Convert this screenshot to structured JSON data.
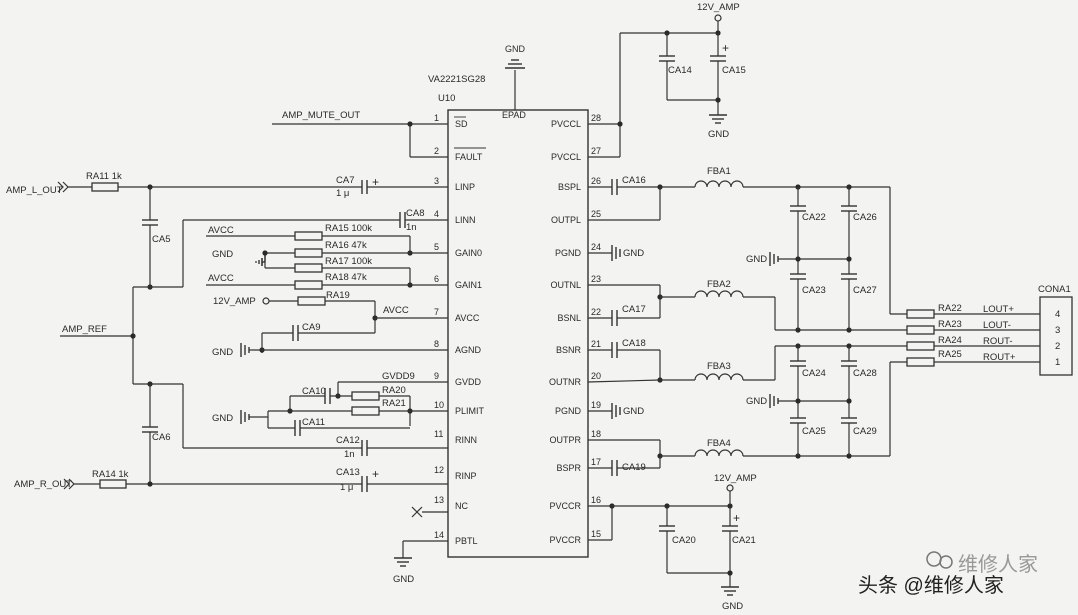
{
  "chip": {
    "part": "VA2221SG28",
    "ref": "U10",
    "pad": "EPAD",
    "pad_net": "GND",
    "left_pins": [
      {
        "num": "1",
        "name": "SD"
      },
      {
        "num": "2",
        "name": "FAULT"
      },
      {
        "num": "3",
        "name": "LINP"
      },
      {
        "num": "4",
        "name": "LINN"
      },
      {
        "num": "5",
        "name": "GAIN0"
      },
      {
        "num": "6",
        "name": "GAIN1"
      },
      {
        "num": "7",
        "name": "AVCC"
      },
      {
        "num": "8",
        "name": "AGND"
      },
      {
        "num": "9",
        "name": "GVDD"
      },
      {
        "num": "10",
        "name": "PLIMIT"
      },
      {
        "num": "11",
        "name": "RINN"
      },
      {
        "num": "12",
        "name": "RINP"
      },
      {
        "num": "13",
        "name": "NC"
      },
      {
        "num": "14",
        "name": "PBTL"
      }
    ],
    "right_pins": [
      {
        "num": "28",
        "name": "PVCCL"
      },
      {
        "num": "27",
        "name": "PVCCL"
      },
      {
        "num": "26",
        "name": "BSPL"
      },
      {
        "num": "25",
        "name": "OUTPL"
      },
      {
        "num": "24",
        "name": "PGND"
      },
      {
        "num": "23",
        "name": "OUTNL"
      },
      {
        "num": "22",
        "name": "BSNL"
      },
      {
        "num": "21",
        "name": "BSNR"
      },
      {
        "num": "20",
        "name": "OUTNR"
      },
      {
        "num": "19",
        "name": "PGND"
      },
      {
        "num": "18",
        "name": "OUTPR"
      },
      {
        "num": "17",
        "name": "BSPR"
      },
      {
        "num": "16",
        "name": "PVCCR"
      },
      {
        "num": "15",
        "name": "PVCCR"
      }
    ]
  },
  "nets": {
    "amp_l_out": "AMP_L_OUT",
    "amp_r_out": "AMP_R_OUT",
    "amp_mute_out": "AMP_MUTE_OUT",
    "amp_ref": "AMP_REF",
    "avcc1": "AVCC",
    "avcc2": "AVCC",
    "avcc3": "AVCC",
    "twelve_v_amp1": "12V_AMP",
    "twelve_v_amp2": "12V_AMP",
    "twelve_v_amp3": "12V_AMP",
    "gvdd9": "GVDD9",
    "gnd": "GND"
  },
  "resistors": {
    "ra11": "RA11 1k",
    "ra14": "RA14 1k",
    "ra15": "RA15 100k",
    "ra16": "RA16 47k",
    "ra17": "RA17 100k",
    "ra18": "RA18 47k",
    "ra19": "RA19",
    "ra20": "RA20",
    "ra21": "RA21",
    "ra22": "RA22",
    "ra23": "RA23",
    "ra24": "RA24",
    "ra25": "RA25"
  },
  "capacitors": {
    "ca5": "CA5",
    "ca6": "CA6",
    "ca7": "CA7",
    "ca7_val": "1 μ",
    "ca8": "CA8",
    "ca8_val": "1n",
    "ca9": "CA9",
    "ca10": "CA10",
    "ca11": "CA11",
    "ca12": "CA12",
    "ca12_val": "1n",
    "ca13": "CA13",
    "ca13_val": "1 μ",
    "ca14": "CA14",
    "ca15": "CA15",
    "ca16": "CA16",
    "ca17": "CA17",
    "ca18": "CA18",
    "ca19": "CA19",
    "ca20": "CA20",
    "ca21": "CA21",
    "ca22": "CA22",
    "ca23": "CA23",
    "ca24": "CA24",
    "ca25": "CA25",
    "ca26": "CA26",
    "ca27": "CA27",
    "ca28": "CA28",
    "ca29": "CA29"
  },
  "ferrites": {
    "fba1": "FBA1",
    "fba2": "FBA2",
    "fba3": "FBA3",
    "fba4": "FBA4"
  },
  "connector": {
    "ref": "CONA1",
    "pins": [
      {
        "signal": "LOUT+",
        "num": "4"
      },
      {
        "signal": "LOUT-",
        "num": "3"
      },
      {
        "signal": "ROUT-",
        "num": "2"
      },
      {
        "signal": "ROUT+",
        "num": "1"
      }
    ]
  },
  "watermark": {
    "logo_text": "维修人家",
    "caption": "头条 @维修人家"
  }
}
